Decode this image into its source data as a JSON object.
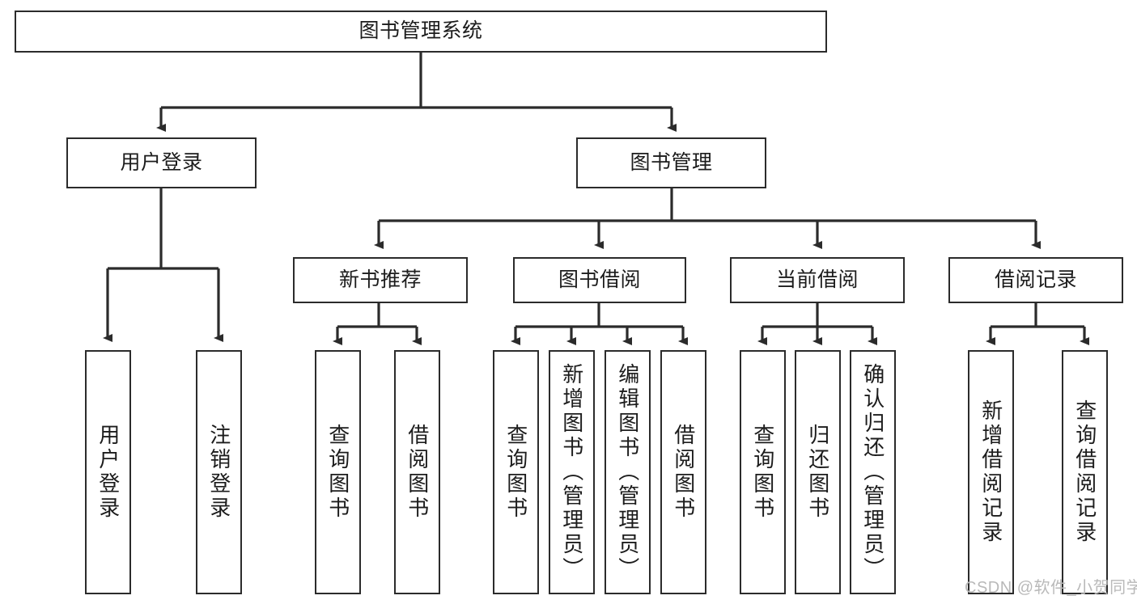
{
  "diagram": {
    "type": "tree-hierarchy-chart",
    "title_text": "图书管理系统",
    "watermark": "CSDN @软件_小贺同学",
    "colors": {
      "box_border": "#2b2b2b",
      "box_fill": "#ffffff",
      "edge": "#2b2b2b",
      "text": "#1c1c1c",
      "watermark": "#b9b9b9"
    },
    "root": {
      "label": "图书管理系统"
    },
    "level2": [
      {
        "label": "用户登录"
      },
      {
        "label": "图书管理"
      }
    ],
    "level3": [
      {
        "label": "新书推荐"
      },
      {
        "label": "图书借阅"
      },
      {
        "label": "当前借阅"
      },
      {
        "label": "借阅记录"
      }
    ],
    "leaves": {
      "user_login": [
        {
          "label": "用户登录"
        },
        {
          "label": "注销登录"
        }
      ],
      "new_book_recommend": [
        {
          "label": "查询图书"
        },
        {
          "label": "借阅图书"
        }
      ],
      "book_borrow": [
        {
          "label": "查询图书"
        },
        {
          "label": "新增图书（管理员）"
        },
        {
          "label": "编辑图书（管理员）"
        },
        {
          "label": "借阅图书"
        }
      ],
      "current_borrow": [
        {
          "label": "查询图书"
        },
        {
          "label": "归还图书"
        },
        {
          "label": "确认归还（管理员）"
        }
      ],
      "borrow_record": [
        {
          "label": "新增借阅记录"
        },
        {
          "label": "查询借阅记录"
        }
      ]
    }
  }
}
